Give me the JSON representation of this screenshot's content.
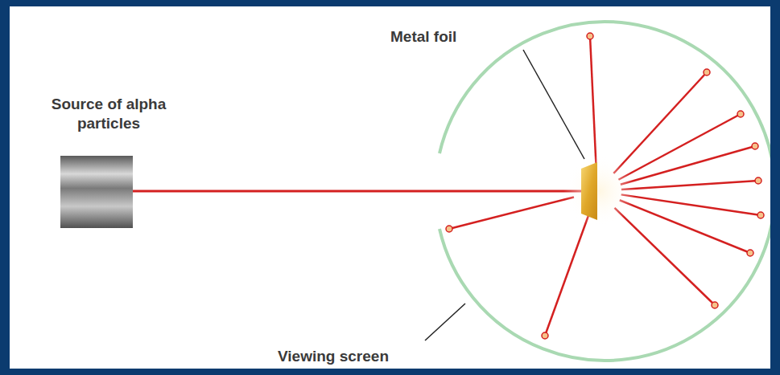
{
  "diagram": {
    "labels": [
      "Metal foil",
      "Source of alpha particles",
      "Viewing screen"
    ]
  }
}
